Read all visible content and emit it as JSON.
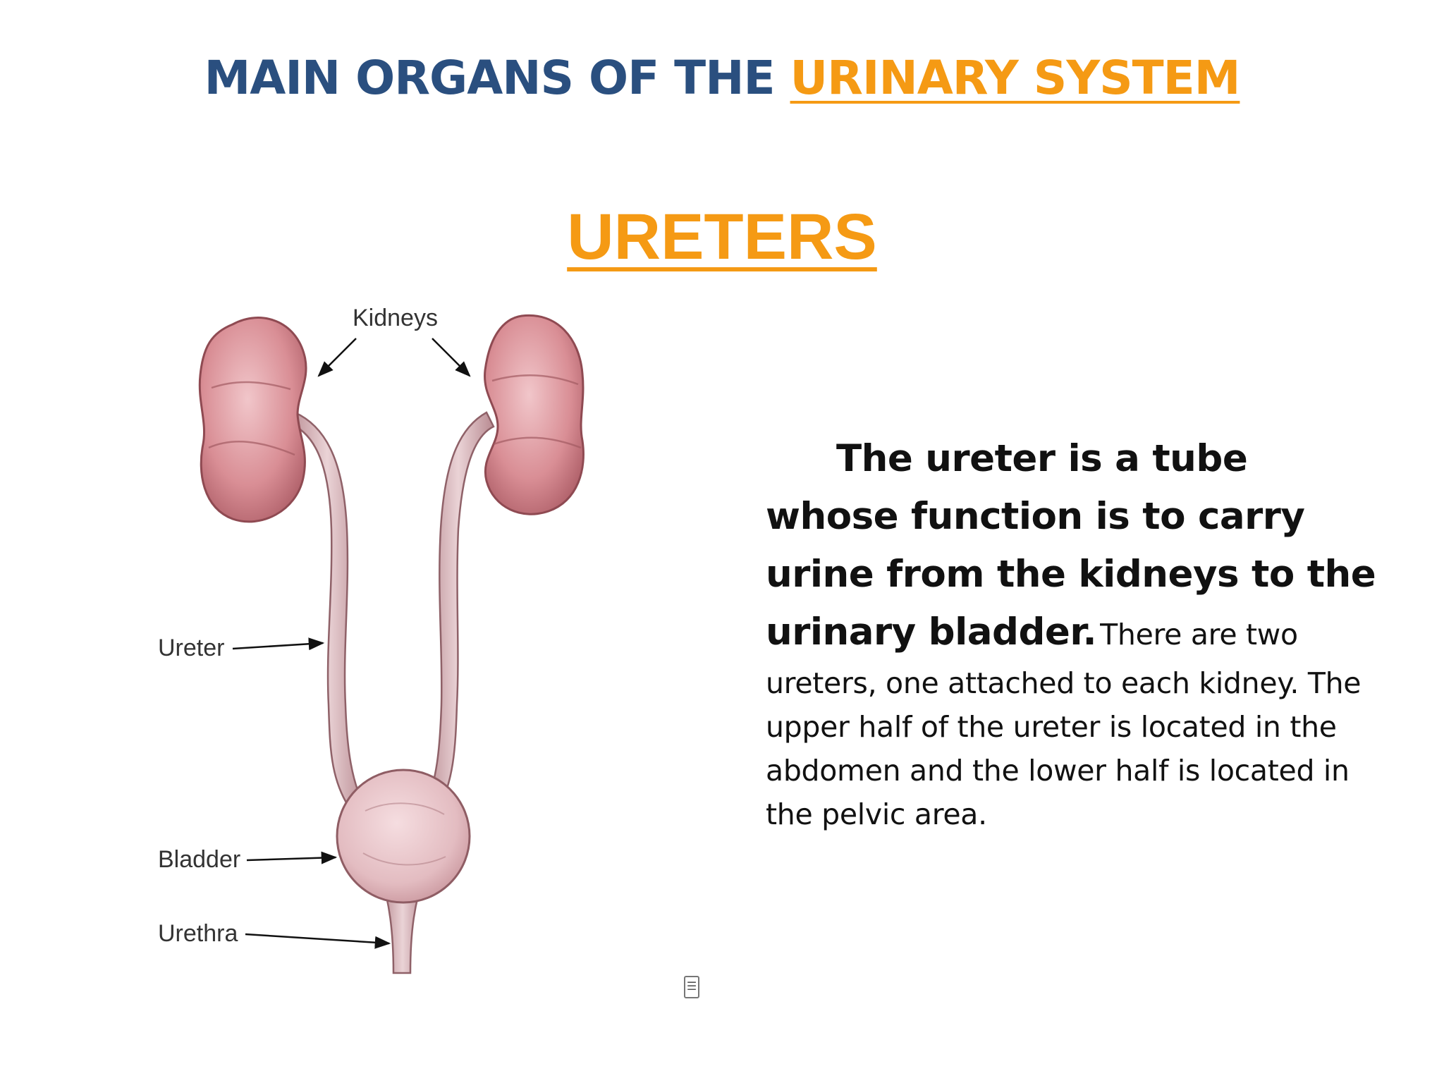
{
  "slide": {
    "title_main": "MAIN ORGANS OF THE ",
    "title_accent": "URINARY SYSTEM",
    "subtitle": "URETERS",
    "description_bold": "The ureter is a tube whose function is to carry urine from the kidneys to the urinary bladder.",
    "description_normal": "There are two ureters, one attached to each kidney. The upper half of the ureter is located in the abdomen and the lower half is located in the pelvic area."
  },
  "diagram": {
    "labels": {
      "kidneys": "Kidneys",
      "ureter": "Ureter",
      "bladder": "Bladder",
      "urethra": "Urethra"
    },
    "colors": {
      "kidney_fill": "#d98e95",
      "kidney_stroke": "#8f4a52",
      "ureter_fill": "#d7b0b6",
      "bladder_fill": "#e3bcc1",
      "arrow": "#111111"
    }
  },
  "colors": {
    "title_blue": "#2a4f7f",
    "accent_orange": "#f59a14",
    "text": "#111111"
  }
}
